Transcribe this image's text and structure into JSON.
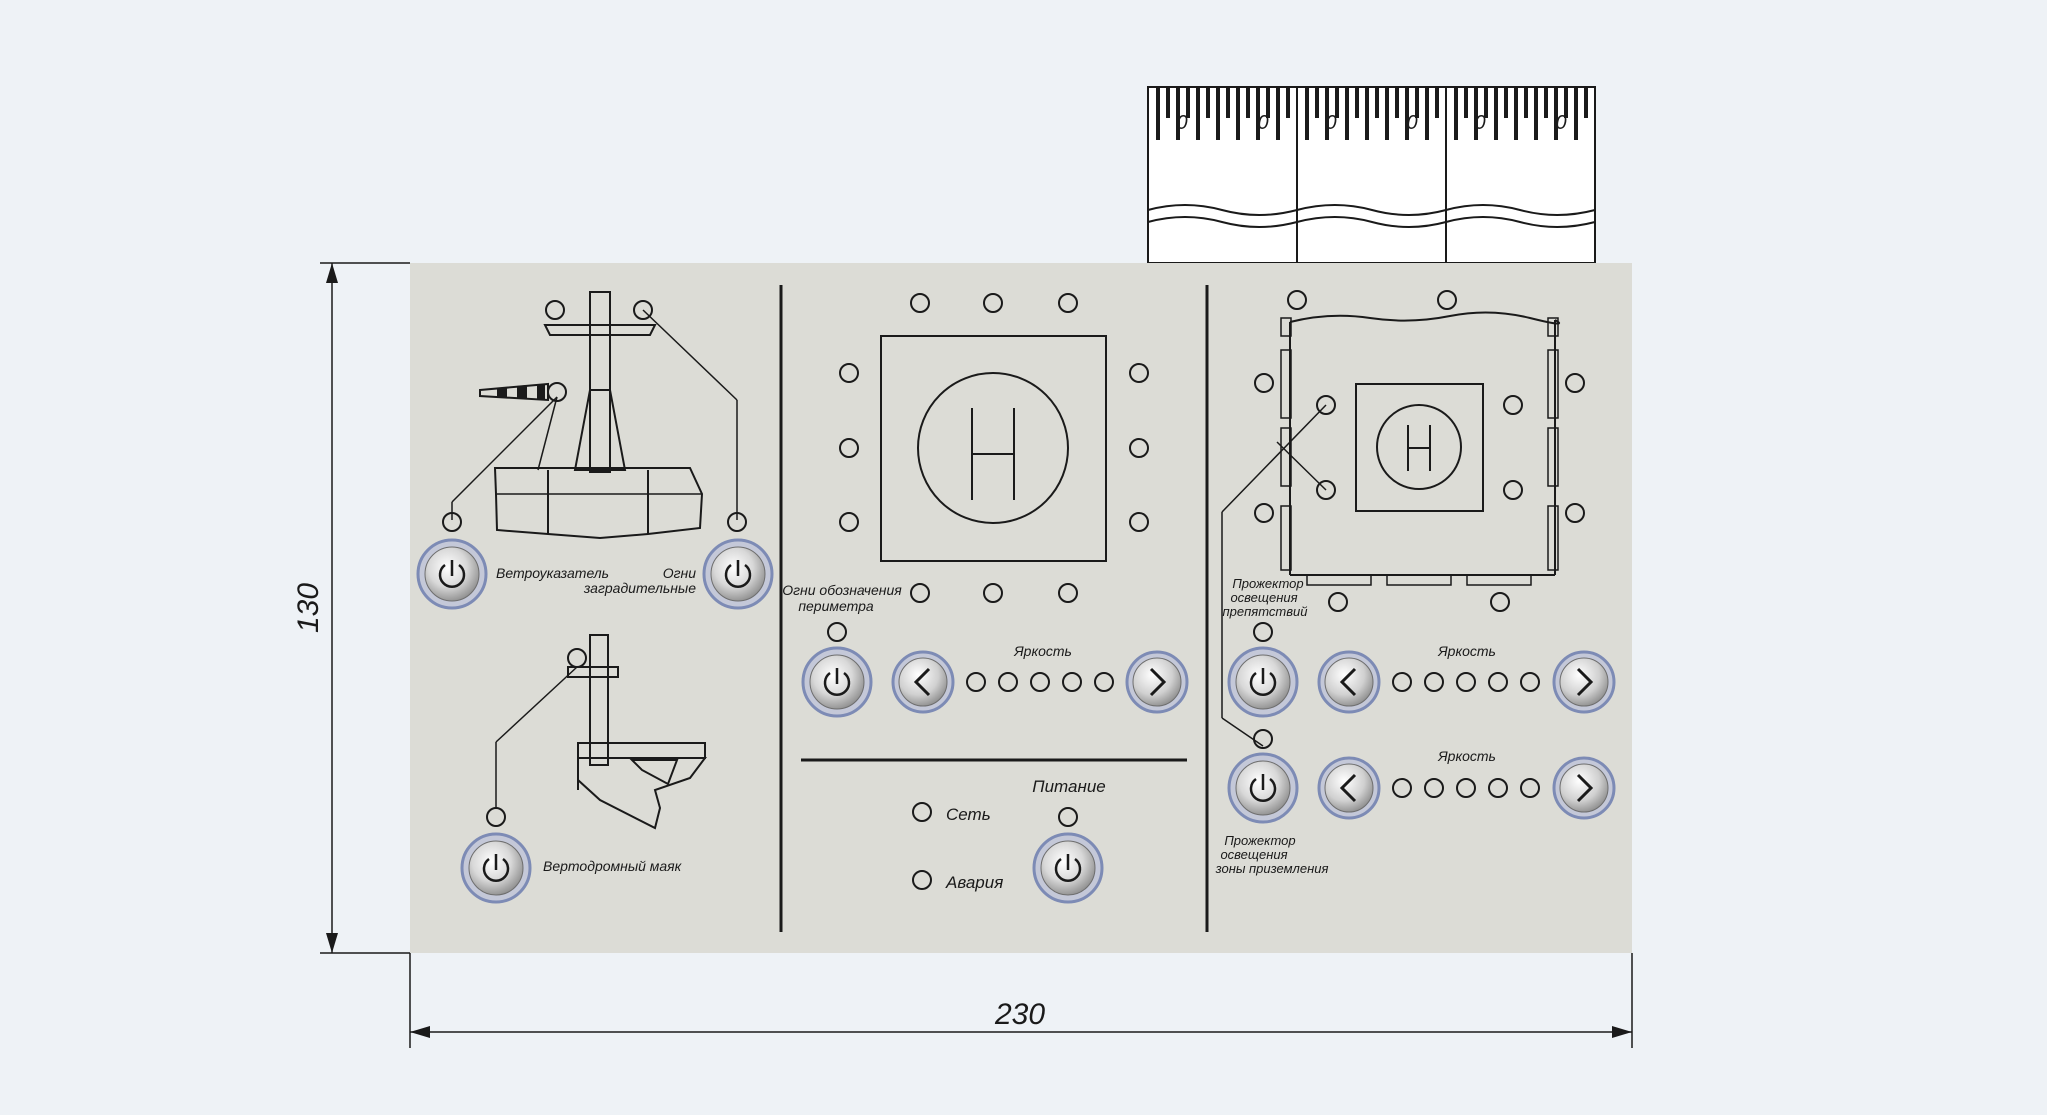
{
  "dimensions": {
    "width": "230",
    "height": "130"
  },
  "counter": {
    "digits": [
      "0",
      "0",
      "0",
      "0",
      "0",
      "0"
    ]
  },
  "left_panel": {
    "windsock_label": "Ветроуказатель",
    "obstacle_lights_label_1": "Огни",
    "obstacle_lights_label_2": "заградительные",
    "beacon_label": "Вертодромный маяк"
  },
  "center_panel": {
    "perimeter_label_1": "Огни обозначения",
    "perimeter_label_2": "периметра",
    "brightness_label": "Яркость",
    "power_label": "Питание",
    "network_label": "Сеть",
    "alarm_label": "Авария",
    "helipad_marker": "H"
  },
  "right_panel": {
    "helipad_marker": "H",
    "obstacle_projector_label_1": "Прожектор",
    "obstacle_projector_label_2": "освещения",
    "obstacle_projector_label_3": "препятствий",
    "brightness_label_1": "Яркость",
    "brightness_label_2": "Яркость",
    "landing_projector_label_1": "Прожектор",
    "landing_projector_label_2": "освещения",
    "landing_projector_label_3": "зоны приземления"
  },
  "colors": {
    "panel": "#dcdcd6",
    "background": "#eef2f6",
    "knob_ring": "#7d8bb5"
  }
}
